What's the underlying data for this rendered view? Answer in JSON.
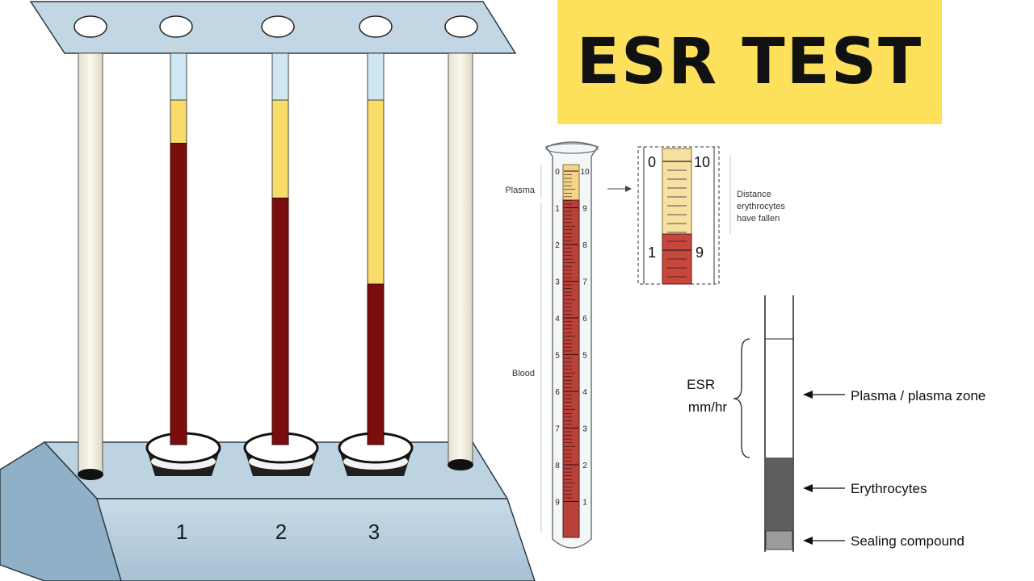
{
  "title": "ESR TEST",
  "stand": {
    "tube_numbers": [
      "1",
      "2",
      "3"
    ],
    "tube_blood_fraction": [
      0.77,
      0.63,
      0.41
    ]
  },
  "graduated_tube": {
    "label_plasma": "Plasma",
    "label_blood": "Blood",
    "left_scale": [
      "0",
      "1",
      "2",
      "3",
      "4",
      "5",
      "6",
      "7",
      "8",
      "9"
    ],
    "right_scale": [
      "10",
      "9",
      "8",
      "7",
      "6",
      "5",
      "4",
      "3",
      "2",
      "1"
    ]
  },
  "zoom": {
    "top_left": "0",
    "top_right": "10",
    "bottom_left": "1",
    "bottom_right": "9",
    "caption_lines": [
      "Distance",
      "erythrocytes",
      "have fallen"
    ]
  },
  "zones": {
    "esr_label_lines": [
      "ESR",
      "mm/hr"
    ],
    "plasma_label": "Plasma / plasma zone",
    "erythrocytes_label": "Erythrocytes",
    "sealing_label": "Sealing compound"
  },
  "colors": {
    "banner": "#fde15c",
    "plasma": "#f7dc6a",
    "blood": "#7a0e0e",
    "rack": "#bed3e1",
    "tube_blood": "#b8413a"
  }
}
